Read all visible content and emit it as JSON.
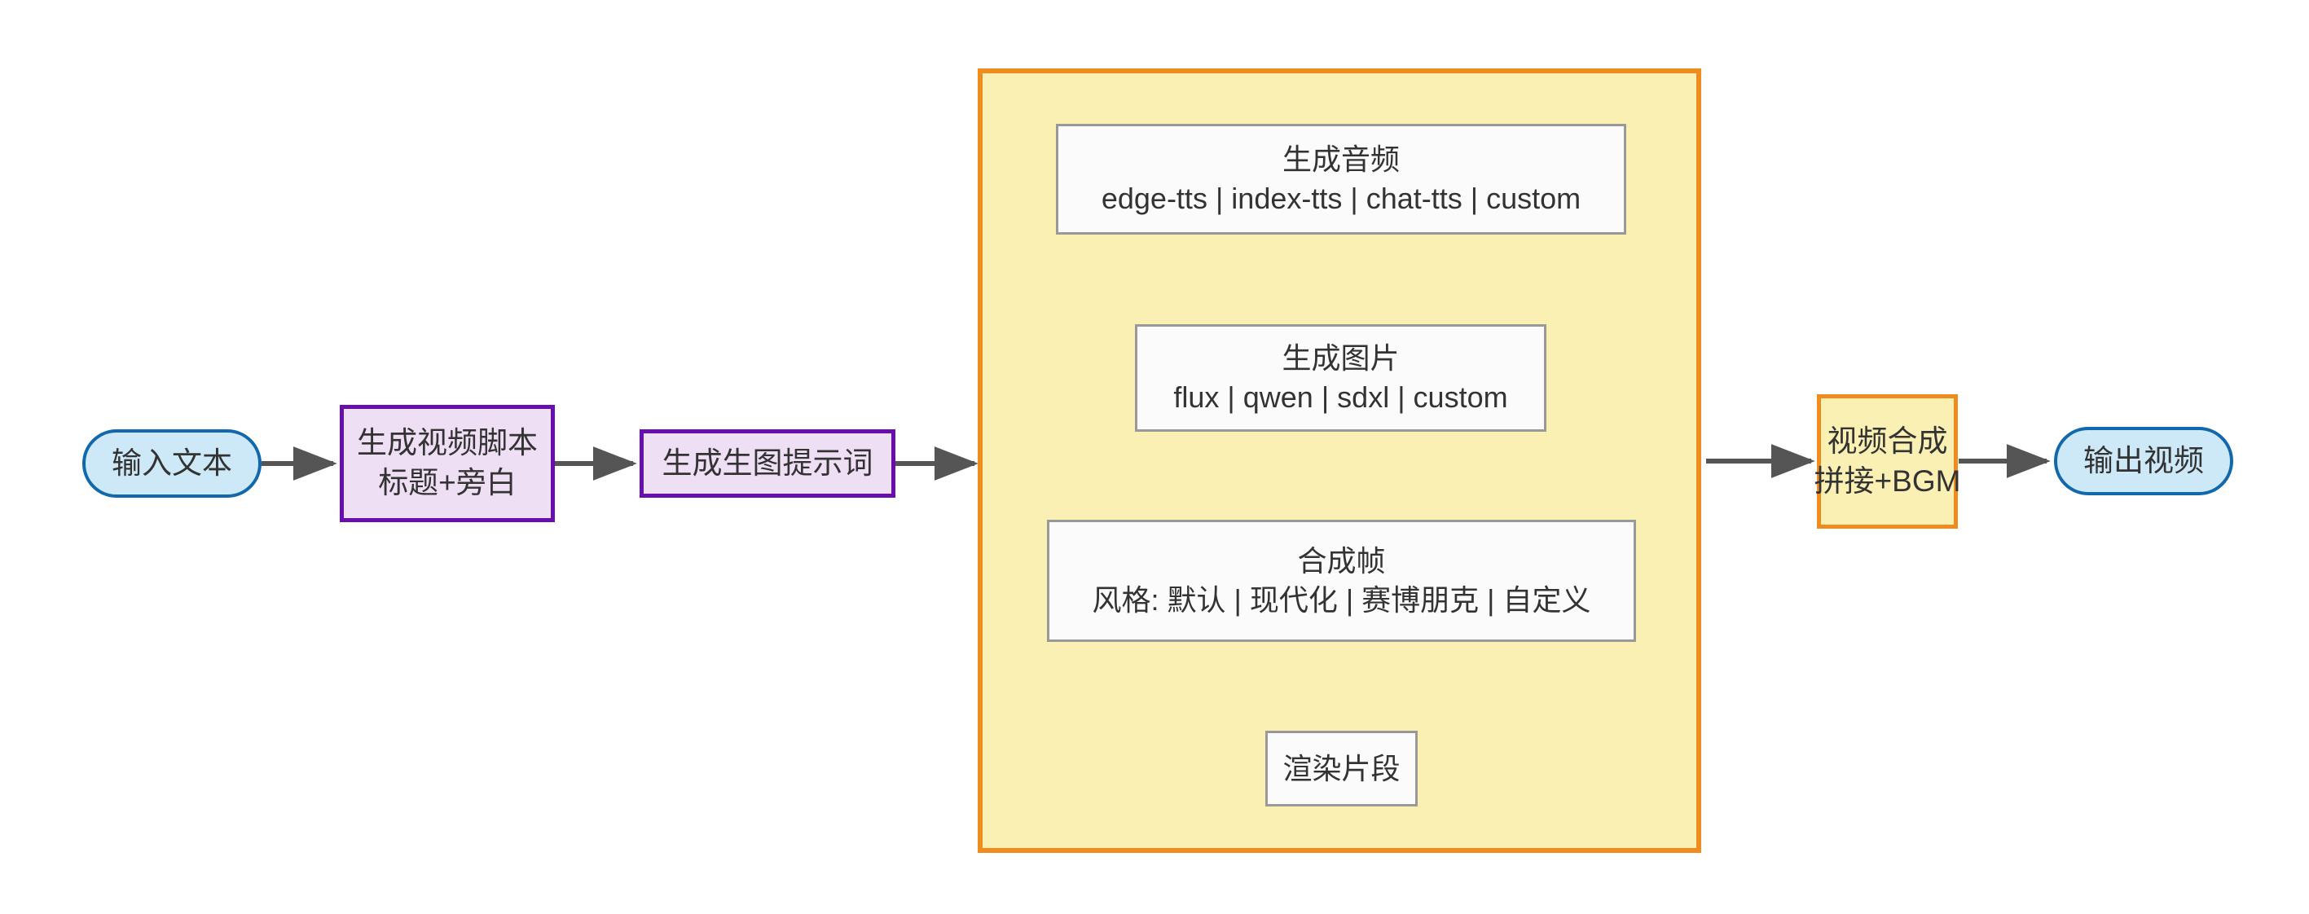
{
  "diagram": {
    "type": "flowchart",
    "direction": "left-to-right",
    "background": "#ffffff",
    "colors": {
      "terminal_fill": "#cde8f7",
      "terminal_stroke": "#1168ad",
      "purple_fill": "#efdff5",
      "purple_stroke": "#6a0dad",
      "orange_fill": "#faf0b4",
      "orange_stroke": "#f08c1e",
      "plain_fill": "#fbfbfb",
      "plain_stroke": "#999999",
      "edge_stroke": "#555555",
      "text": "#333333"
    }
  },
  "nodes": {
    "input_text": {
      "label": "输入文本",
      "shape": "stadium",
      "style": "terminal"
    },
    "script": {
      "line1": "生成视频脚本",
      "line2": "标题+旁白",
      "shape": "rect",
      "style": "purple"
    },
    "prompt": {
      "label": "生成生图提示词",
      "shape": "rect",
      "style": "purple"
    },
    "audio": {
      "line1": "生成音频",
      "line2": "edge-tts | index-tts | chat-tts | custom",
      "shape": "rect",
      "style": "plain"
    },
    "image": {
      "line1": "生成图片",
      "line2": "flux | qwen | sdxl | custom",
      "shape": "rect",
      "style": "plain"
    },
    "frame": {
      "line1": "合成帧",
      "line2": "风格: 默认 | 现代化 | 赛博朋克 | 自定义",
      "shape": "rect",
      "style": "plain"
    },
    "render": {
      "label": "渲染片段",
      "shape": "rect",
      "style": "plain"
    },
    "compose": {
      "line1": "视频合成",
      "line2": "拼接+BGM",
      "shape": "rect",
      "style": "orange"
    },
    "output_video": {
      "label": "输出视频",
      "shape": "stadium",
      "style": "terminal"
    }
  },
  "subgraph": {
    "label": "",
    "contains": [
      "audio",
      "image",
      "frame",
      "render"
    ]
  },
  "edges": [
    {
      "from": "input_text",
      "to": "script",
      "direction": "right"
    },
    {
      "from": "script",
      "to": "prompt",
      "direction": "right"
    },
    {
      "from": "prompt",
      "to": "subgraph",
      "direction": "right"
    },
    {
      "from": "audio",
      "to": "image",
      "direction": "down"
    },
    {
      "from": "image",
      "to": "frame",
      "direction": "down"
    },
    {
      "from": "frame",
      "to": "render",
      "direction": "down"
    },
    {
      "from": "subgraph",
      "to": "compose",
      "direction": "right"
    },
    {
      "from": "compose",
      "to": "output_video",
      "direction": "right"
    }
  ]
}
